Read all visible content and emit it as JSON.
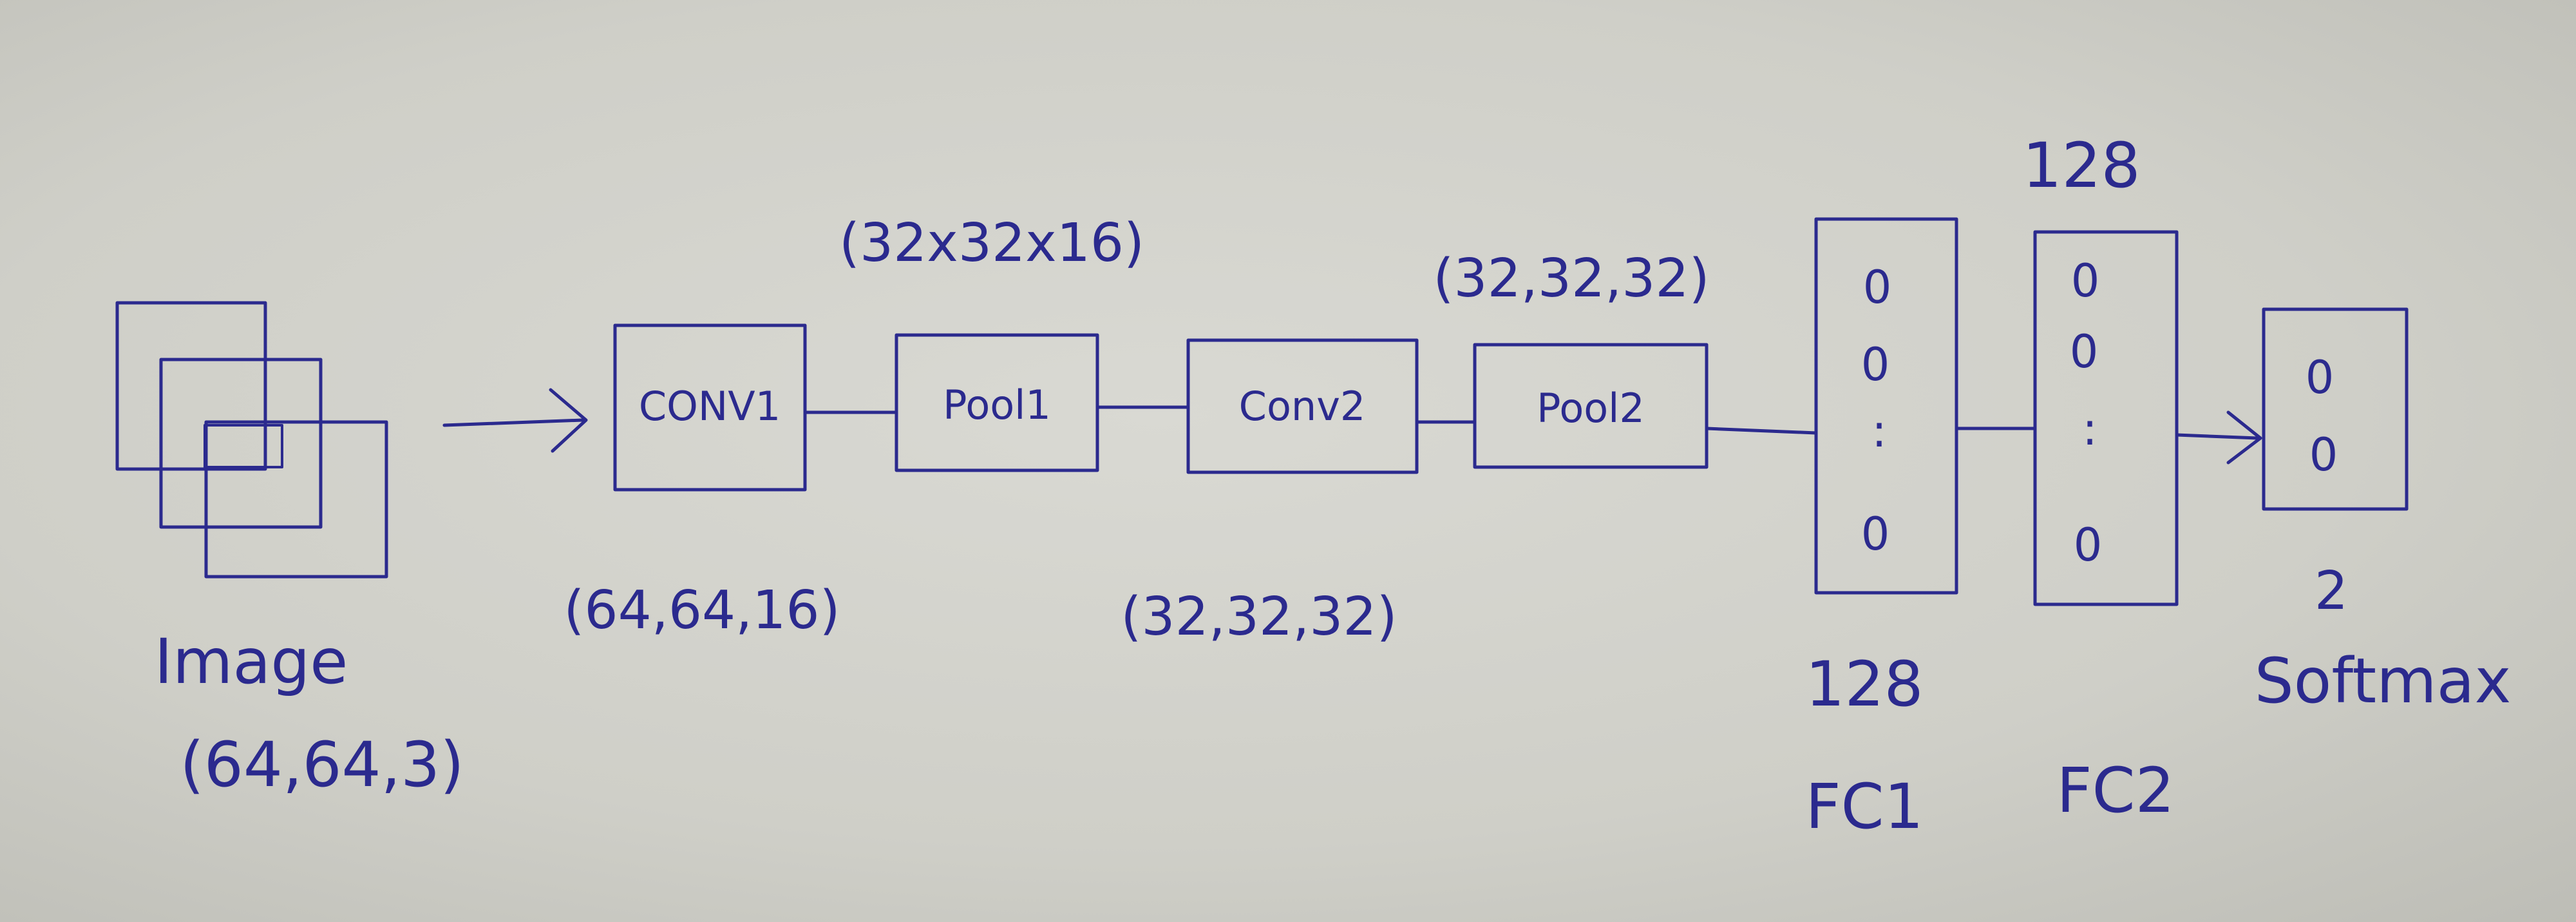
{
  "input": {
    "label": "Image",
    "shape": "(64,64,3)"
  },
  "layers": {
    "conv1": {
      "label": "CONV1",
      "shape": "(64,64,16)"
    },
    "pool1": {
      "label": "Pool1",
      "shape": "(32x32x16)"
    },
    "conv2": {
      "label": "Conv2",
      "shape": "(32,32,32)"
    },
    "pool2": {
      "label": "Pool2",
      "shape": "(32,32,32)"
    },
    "fc1": {
      "label": "FC1",
      "size": "128",
      "nodes": [
        "0",
        "0",
        "0"
      ],
      "dots": ":"
    },
    "fc2": {
      "label": "FC2",
      "size": "128",
      "nodes": [
        "0",
        "0",
        "0"
      ],
      "dots": ":"
    },
    "output": {
      "label": "Softmax",
      "size": "2",
      "nodes": [
        "0",
        "0"
      ]
    }
  },
  "ink_color": "#2b2a8e",
  "paper_color": "#d3d3cd"
}
